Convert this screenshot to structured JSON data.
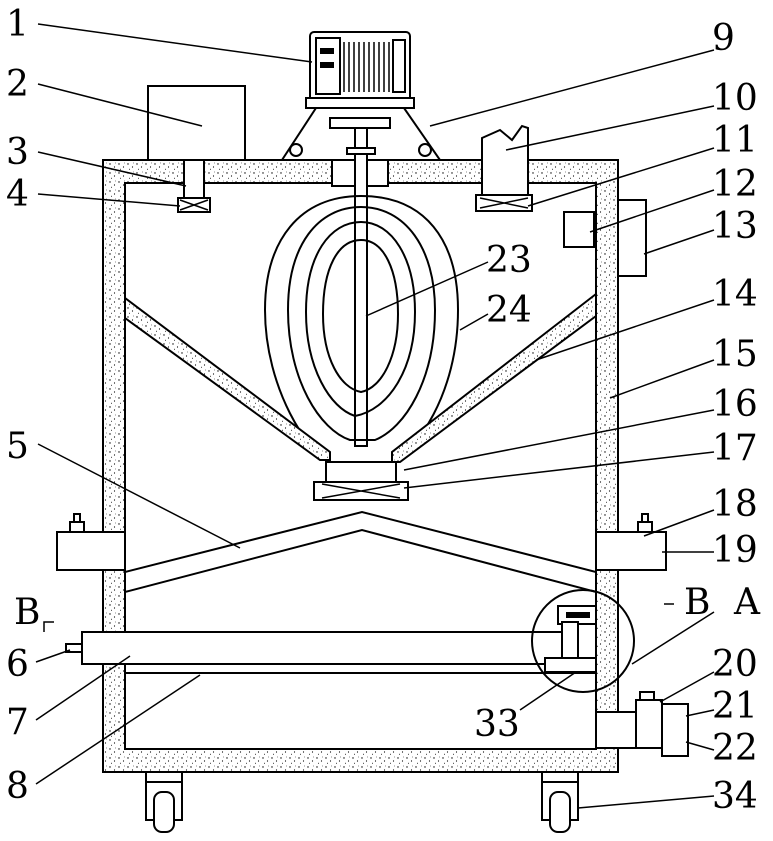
{
  "labels": {
    "l1": "1",
    "l2": "2",
    "l3": "3",
    "l4": "4",
    "l5": "5",
    "l6": "6",
    "l7": "7",
    "l8": "8",
    "l9": "9",
    "l10": "10",
    "l11": "11",
    "l12": "12",
    "l13": "13",
    "l14": "14",
    "l15": "15",
    "l16": "16",
    "l17": "17",
    "l18": "18",
    "l19": "19",
    "l20": "20",
    "l21": "21",
    "l22": "22",
    "l23": "23",
    "l24": "24",
    "l33": "33",
    "l34": "34",
    "section_left": "B",
    "section_right": "B",
    "detail": "A"
  }
}
